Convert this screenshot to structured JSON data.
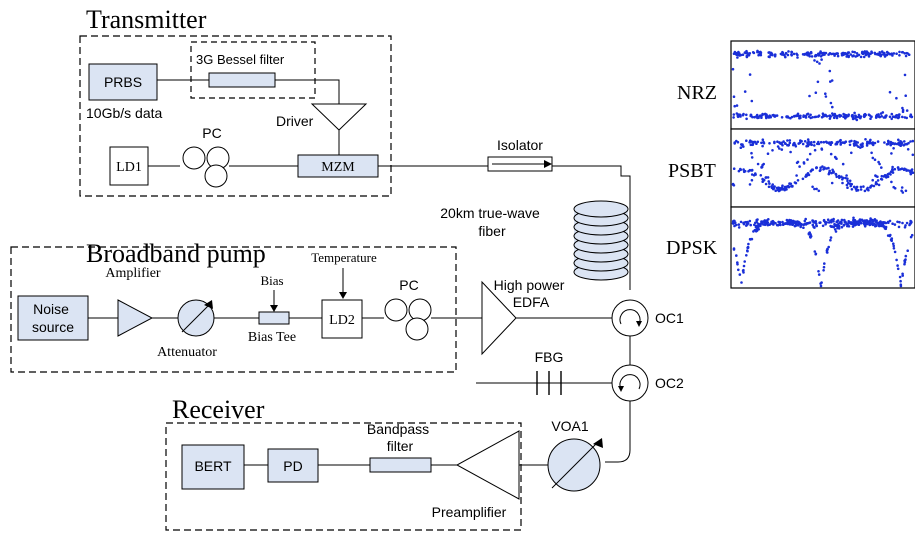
{
  "transmitter": {
    "title": "Transmitter",
    "prbs": "PRBS",
    "data_rate": "10Gb/s data",
    "bessel_filter": "3G Bessel filter",
    "driver": "Driver",
    "pc": "PC",
    "ld1": "LD1",
    "mzm": "MZM"
  },
  "pump": {
    "title": "Broadband pump",
    "noise_source": [
      "Noise",
      "source"
    ],
    "amplifier": "Amplifier",
    "attenuator": "Attenuator",
    "bias": "Bias",
    "bias_tee": "Bias Tee",
    "temperature": "Temperature",
    "ld2": "LD2",
    "pc": "PC"
  },
  "link": {
    "isolator": "Isolator",
    "fiber": [
      "20km true-wave",
      "fiber"
    ],
    "edfa": [
      "High power",
      "EDFA"
    ],
    "oc1": "OC1",
    "fbg": "FBG",
    "oc2": "OC2",
    "voa1": "VOA1"
  },
  "receiver": {
    "title": "Receiver",
    "bert": "BERT",
    "pd": "PD",
    "bandpass": [
      "Bandpass",
      "filter"
    ],
    "preamplifier": "Preamplifier"
  },
  "eye_diagrams": {
    "labels": [
      "NRZ",
      "PSBT",
      "DPSK"
    ],
    "dot_color": "#1a2fd8"
  },
  "colors": {
    "box_fill": "#dbe4f3",
    "line": "#000000"
  }
}
